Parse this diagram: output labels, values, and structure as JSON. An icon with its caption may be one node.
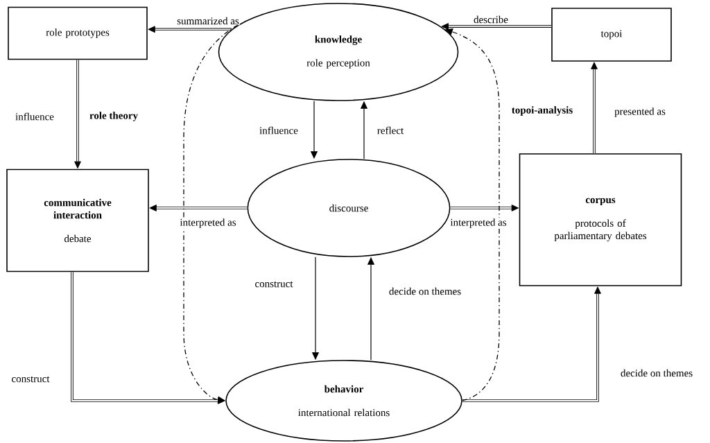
{
  "diagram": {
    "nodes": [
      {
        "text": [
          "role prototypes"
        ]
      },
      {
        "text": [
          "knowledge",
          "role perception"
        ]
      },
      {
        "text": [
          "topoi"
        ]
      },
      {
        "text": [
          "communicative interaction",
          "debate"
        ]
      },
      {
        "text": [
          "discourse"
        ]
      },
      {
        "text": [
          "corpus",
          "protocols of parliamentary debates"
        ]
      },
      {
        "text": [
          "behavior",
          "international relations"
        ]
      }
    ],
    "edges": [
      {
        "from": 1,
        "to": 0,
        "arrow": "to",
        "label": "summarized as"
      },
      {
        "from": 2,
        "to": 1,
        "arrow": "to",
        "label": "describe"
      },
      {
        "from": 0,
        "to": 3,
        "arrow": "to",
        "label": "influence"
      },
      {
        "from": 1,
        "to": 4,
        "arrow": "to",
        "label": "influence"
      },
      {
        "from": 4,
        "to": 1,
        "arrow": "to",
        "label": "reflect"
      },
      {
        "from": 4,
        "to": 3,
        "arrow": "to",
        "label": "interpreted as"
      },
      {
        "from": 4,
        "to": 5,
        "arrow": "to",
        "label": "interpreted as"
      },
      {
        "from": 5,
        "to": 2,
        "arrow": "to",
        "label": "presented as"
      },
      {
        "from": 4,
        "to": 6,
        "arrow": "to",
        "label": "construct"
      },
      {
        "from": 6,
        "to": 4,
        "arrow": "to",
        "label": "decide on themes"
      },
      {
        "from": 3,
        "to": 6,
        "arrow": "to",
        "label": "construct"
      },
      {
        "from": 6,
        "to": 5,
        "arrow": "to",
        "label": "decide on themes"
      },
      {
        "from": 1,
        "to": 6,
        "arrow": "to",
        "style": "dashed"
      },
      {
        "from": 6,
        "to": 1,
        "arrow": "to",
        "style": "dashed"
      }
    ],
    "labels": [
      "role theory",
      "topoi-analysis"
    ]
  }
}
